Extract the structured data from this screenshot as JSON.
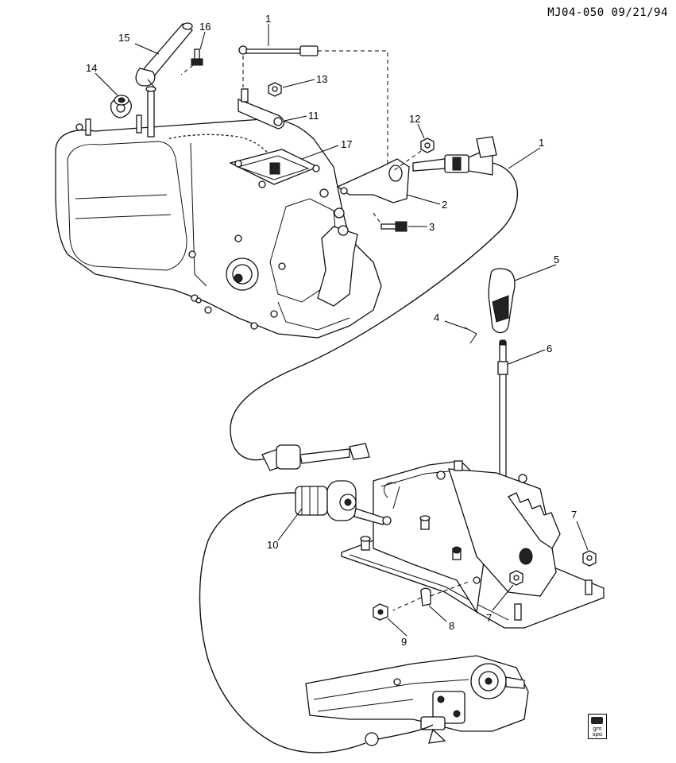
{
  "header": {
    "code": "MJ04-050 09/21/94"
  },
  "callouts": [
    {
      "id": "c1a",
      "label": "1"
    },
    {
      "id": "c16",
      "label": "16"
    },
    {
      "id": "c15",
      "label": "15"
    },
    {
      "id": "c14",
      "label": "14"
    },
    {
      "id": "c13",
      "label": "13"
    },
    {
      "id": "c11",
      "label": "11"
    },
    {
      "id": "c12",
      "label": "12"
    },
    {
      "id": "c17",
      "label": "17"
    },
    {
      "id": "c1b",
      "label": "1"
    },
    {
      "id": "c2",
      "label": "2"
    },
    {
      "id": "c3",
      "label": "3"
    },
    {
      "id": "c5",
      "label": "5"
    },
    {
      "id": "c4",
      "label": "4"
    },
    {
      "id": "c6",
      "label": "6"
    },
    {
      "id": "c7a",
      "label": "7"
    },
    {
      "id": "c7b",
      "label": "7"
    },
    {
      "id": "c10",
      "label": "10"
    },
    {
      "id": "c8",
      "label": "8"
    },
    {
      "id": "c9",
      "label": "9"
    }
  ],
  "logo": {
    "text_top": "gm",
    "text_bottom": "spo"
  }
}
